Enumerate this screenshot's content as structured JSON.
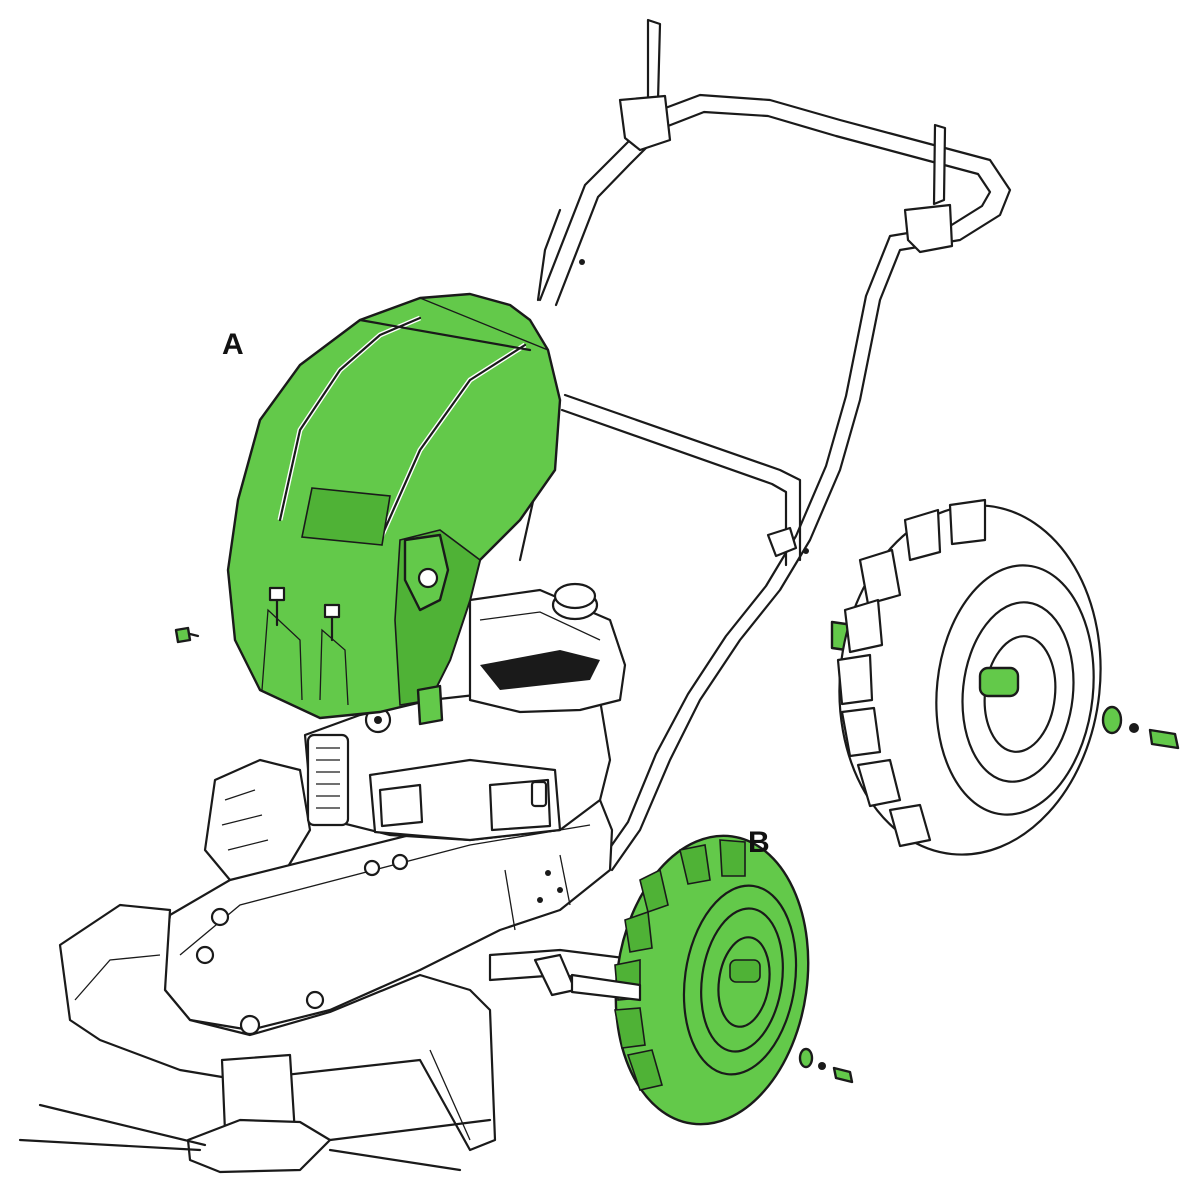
{
  "labels": {
    "a": "A",
    "b": "B"
  },
  "colors": {
    "highlight": "#63C94A",
    "highlight_dark": "#3E8F2C",
    "line": "#1a1a1a",
    "paper": "#ffffff"
  },
  "parts": {
    "a": "engine-cover",
    "b": "wheel"
  }
}
